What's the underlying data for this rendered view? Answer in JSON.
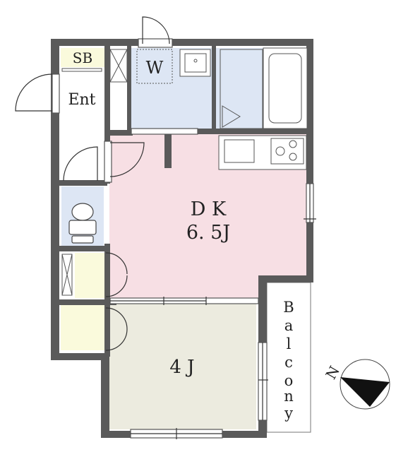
{
  "rooms": {
    "shoe_box": "SB",
    "entrance": "Ent",
    "washer": "W",
    "dk_name": "D K",
    "dk_size": "6. 5J",
    "bedroom": "4 J",
    "balcony": [
      "B",
      "a",
      "l",
      "c",
      "o",
      "n",
      "y"
    ]
  },
  "compass": {
    "label": "N"
  },
  "colors": {
    "wall": "#5a5a5a",
    "dk_floor": "#f7dfe4",
    "bath_floor": "#dde6f4",
    "bedroom_floor": "#ecebdf",
    "storage_floor": "#fafadc"
  }
}
